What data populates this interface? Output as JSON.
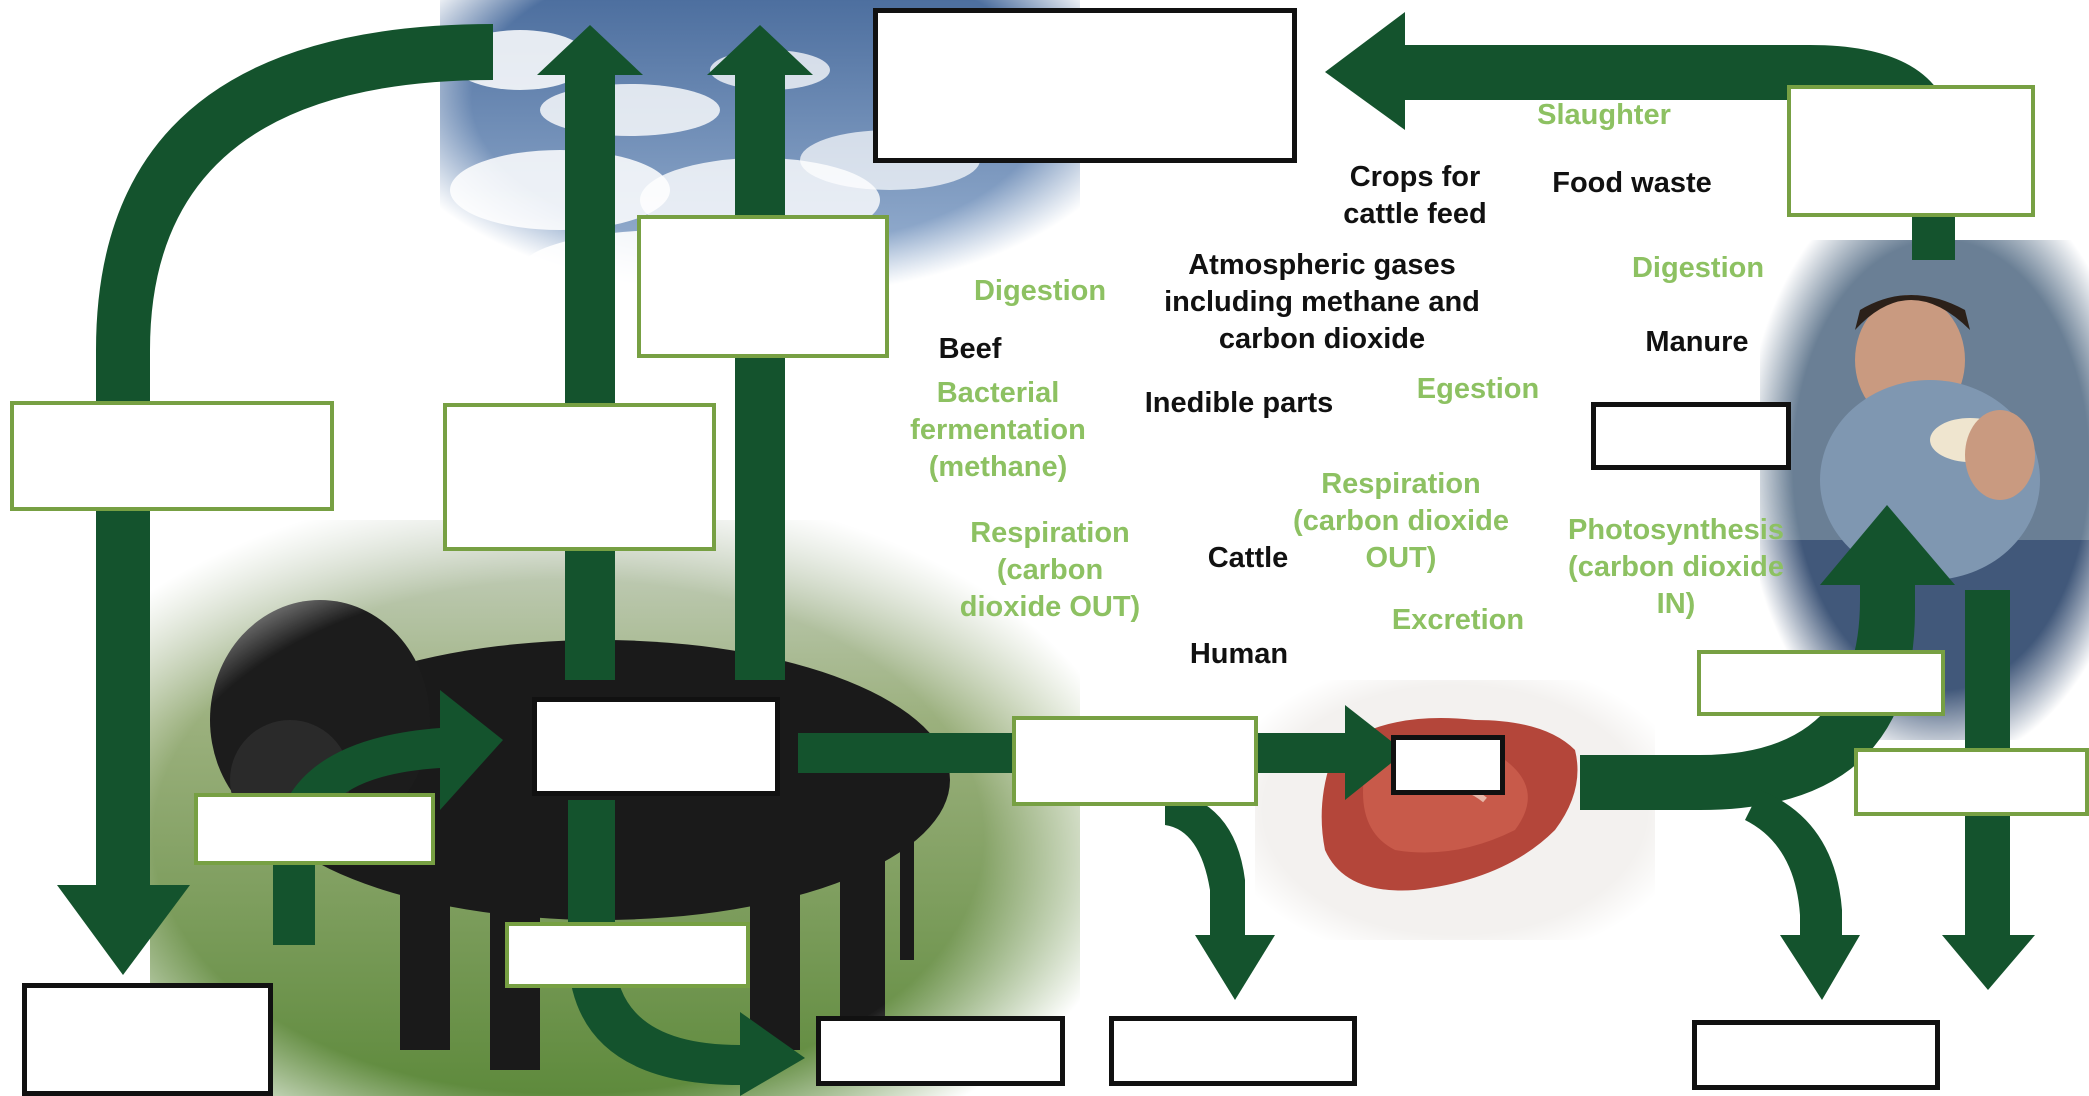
{
  "colors": {
    "arrow": "#14532d",
    "label_black": "#111111",
    "label_green": "#8dc162",
    "box_black_border": "#111111",
    "box_green_border": "#77a043"
  },
  "photos": {
    "sky": "sky-with-clouds",
    "cow": "black-bull-in-field",
    "steak": "raw-beef-steak",
    "man": "man-eating-sandwich"
  },
  "labels": {
    "slaughter": "Slaughter",
    "crops": "Crops for\ncattle feed",
    "food_waste": "Food waste",
    "atmospheric": "Atmospheric gases\nincluding methane and\ncarbon dioxide",
    "digestion_1": "Digestion",
    "digestion_2": "Digestion",
    "beef": "Beef",
    "manure": "Manure",
    "bacterial": "Bacterial\nfermentation\n(methane)",
    "inedible": "Inedible parts",
    "egestion": "Egestion",
    "respiration_1": "Respiration\n(carbon dioxide\nOUT)",
    "respiration_2": "Respiration\n(carbon\ndioxide OUT)",
    "cattle": "Cattle",
    "photosynthesis": "Photosynthesis\n(carbon dioxide\nIN)",
    "excretion": "Excretion",
    "human": "Human"
  }
}
